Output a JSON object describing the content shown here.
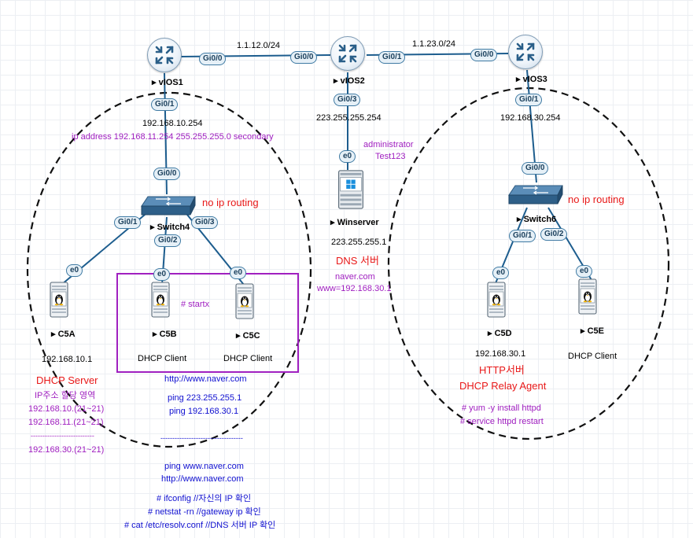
{
  "colors": {
    "wire": "#1d5d8e",
    "purple": "#a020c0",
    "red": "#e81818",
    "blue": "#1010d0",
    "port_border": "#3f7aa3"
  },
  "icons": {
    "router": "router-icon",
    "switch": "switch-icon",
    "pc": "linux-pc-icon",
    "server": "windows-server-icon",
    "arrow": "triangle-right-icon"
  },
  "devices": {
    "r1": "vIOS1",
    "r2": "vIOS2",
    "r3": "vIOS3",
    "sw4": "Switch4",
    "sw6": "Switch6",
    "srv": "Winserver",
    "c5a": "C5A",
    "c5b": "C5B",
    "c5c": "C5C",
    "c5d": "C5D",
    "c5e": "C5E"
  },
  "ports": {
    "r1_gi00": "Gi0/0",
    "r2_gi00": "Gi0/0",
    "r2_gi01": "Gi0/1",
    "r3_gi00": "Gi0/0",
    "r1_gi01": "Gi0/1",
    "r2_gi03": "Gi0/3",
    "r3_gi01": "Gi0/1",
    "sw4_gi00": "Gi0/0",
    "sw4_gi01": "Gi0/1",
    "sw4_gi02": "Gi0/2",
    "sw4_gi03": "Gi0/3",
    "sw6_gi00": "Gi0/0",
    "sw6_gi01": "Gi0/1",
    "sw6_gi02": "Gi0/2",
    "srv_e0": "e0",
    "c5a_e0": "e0",
    "c5b_e0": "e0",
    "c5c_e0": "e0",
    "c5d_e0": "e0",
    "c5e_e0": "e0"
  },
  "networks": {
    "n12": "1.1.12.0/24",
    "n23": "1.1.23.0/24"
  },
  "labels": {
    "r1_ip": "192.168.10.254",
    "r1_secondary": "ip address 192.168.11.254 255.255.255.0 secondary",
    "r2_ip": "223.255.255.254",
    "r3_ip": "192.168.30.254",
    "admin_user": "administrator",
    "admin_pass": "Test123",
    "sw4_note": "no ip routing",
    "sw6_note": "no ip routing",
    "srv_ip": "223.255.255.1",
    "dns_title": "DNS 서버",
    "dns_record1": "naver.com",
    "dns_record2": "www=192.168.30.1",
    "c5a_ip": "192.168.10.1",
    "dhcp_server": "DHCP Server",
    "dhcp_range_title": "IP주소 할당 영역",
    "dhcp_range1": "192.168.10.(21~21)",
    "dhcp_range2": "192.168.11.(21~21)",
    "dhcp_divider": "---------------------------",
    "dhcp_range3": "192.168.30.(21~21)",
    "c5b_role": "DHCP Client",
    "c5c_role": "DHCP Client",
    "startx": "# startx",
    "url1": "http://www.naver.com",
    "ping1": "ping 223.255.255.1",
    "ping2": "ping 192.168.30.1",
    "divider2": "-----------------------------------",
    "ping3": "ping www.naver.com",
    "url2": "http://www.naver.com",
    "cmd1": "# ifconfig  //자신의 IP 확인",
    "cmd2": "# netstat -rn  //gateway ip 확인",
    "cmd3": "# cat /etc/resolv.conf   //DNS 서버 IP 확인",
    "c5d_ip": "192.168.30.1",
    "http_server": "HTTP서버",
    "relay_agent": "DHCP Relay Agent",
    "yum_cmd": "# yum -y install httpd",
    "service_cmd": "# service httpd restart",
    "c5e_role": "DHCP Client"
  }
}
